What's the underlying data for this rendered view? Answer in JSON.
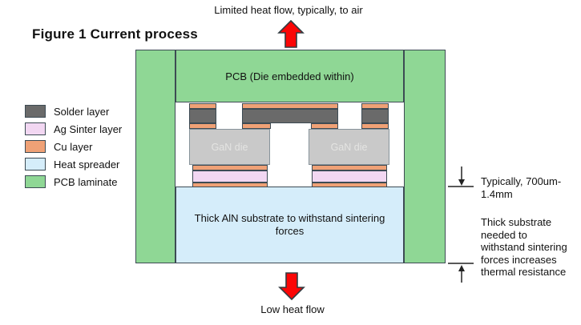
{
  "title": "Figure 1 Current process",
  "annotations": {
    "top": "Limited heat flow, typically, to air",
    "bottom": "Low heat flow",
    "thickness_lines": [
      "Typically, 700um-",
      "1.4mm"
    ],
    "note_lines": [
      "Thick substrate",
      "needed to",
      "withstand sintering",
      "forces increases",
      "thermal resistance"
    ]
  },
  "legend": {
    "items": [
      {
        "label": "Solder layer",
        "color": "#6A6A6A"
      },
      {
        "label": "Ag Sinter layer",
        "color": "#F2D7F2"
      },
      {
        "label": "Cu layer",
        "color": "#EFA176"
      },
      {
        "label": "Heat spreader",
        "color": "#D5EDFA"
      },
      {
        "label": "PCB laminate",
        "color": "#8FD795"
      }
    ]
  },
  "diagram": {
    "pcb_label": "PCB (Die embedded within)",
    "die_label": "GaN die",
    "substrate_label": "Thick AlN substrate to withstand sintering forces"
  },
  "colors": {
    "pcb_green": "#8FD795",
    "cu": "#EFA176",
    "solder": "#6A6A6A",
    "ag_sinter": "#F2D7F2",
    "heat_spreader": "#D5EDFA",
    "die_gray": "#C9C9C9",
    "arrow_red": "#FB0606"
  }
}
